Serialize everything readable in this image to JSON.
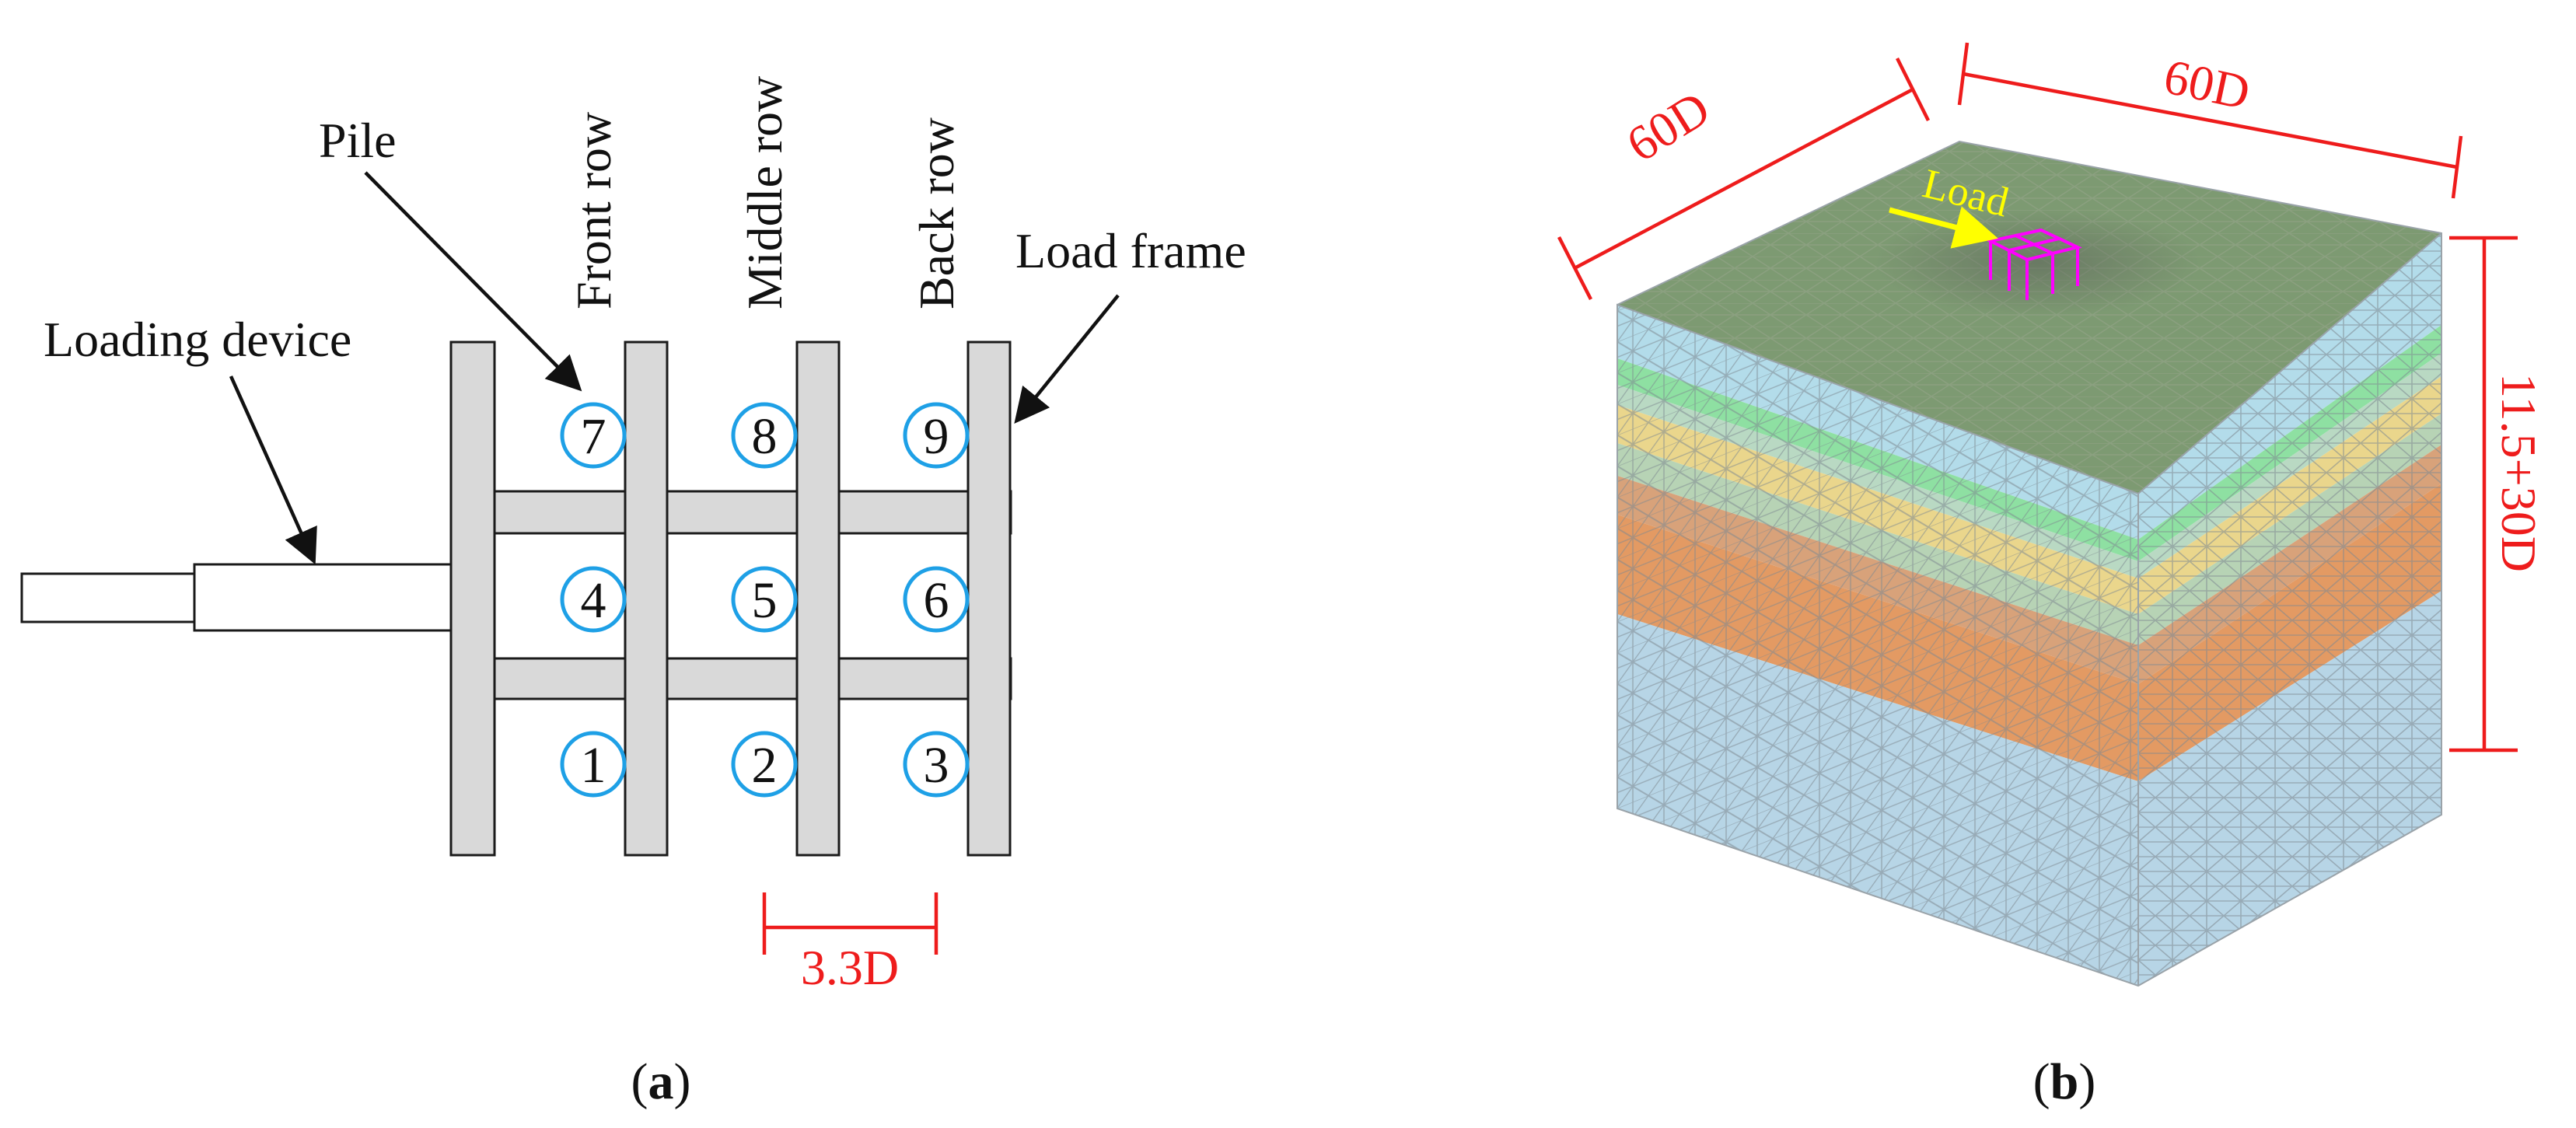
{
  "panel_a": {
    "caption_open": "(",
    "caption_letter": "a",
    "caption_close": ")",
    "labels": {
      "pile": "Pile",
      "loading_device": "Loading device",
      "load_frame": "Load frame",
      "front_row": "Front row",
      "middle_row": "Middle row",
      "back_row": "Back row"
    },
    "pile_numbers": [
      "7",
      "8",
      "9",
      "4",
      "5",
      "6",
      "1",
      "2",
      "3"
    ],
    "spacing_label": "3.3D"
  },
  "panel_b": {
    "caption_open": "(",
    "caption_letter": "b",
    "caption_close": ")",
    "dim_left": "60D",
    "dim_right": "60D",
    "dim_height": "11.5+30D",
    "load_label": "Load"
  },
  "colors": {
    "frame_fill": "#d9d9d9",
    "frame_stroke": "#1a1a1a",
    "pile_circle": "#1ea0e6",
    "dimension": "#ee1c1c",
    "load_arrow": "#ffff00",
    "pile_group": "#ff00ff",
    "top_surface": "#7d9a72",
    "mesh_line": "#8a8f96"
  },
  "soil_layers": [
    {
      "color": "#b3dcea"
    },
    {
      "color": "#8ee0a2"
    },
    {
      "color": "#b9d9c3"
    },
    {
      "color": "#ead68c"
    },
    {
      "color": "#b7d3b5"
    },
    {
      "color": "#d8a27a"
    },
    {
      "color": "#e39a63"
    },
    {
      "color": "#b7d5e6"
    }
  ]
}
